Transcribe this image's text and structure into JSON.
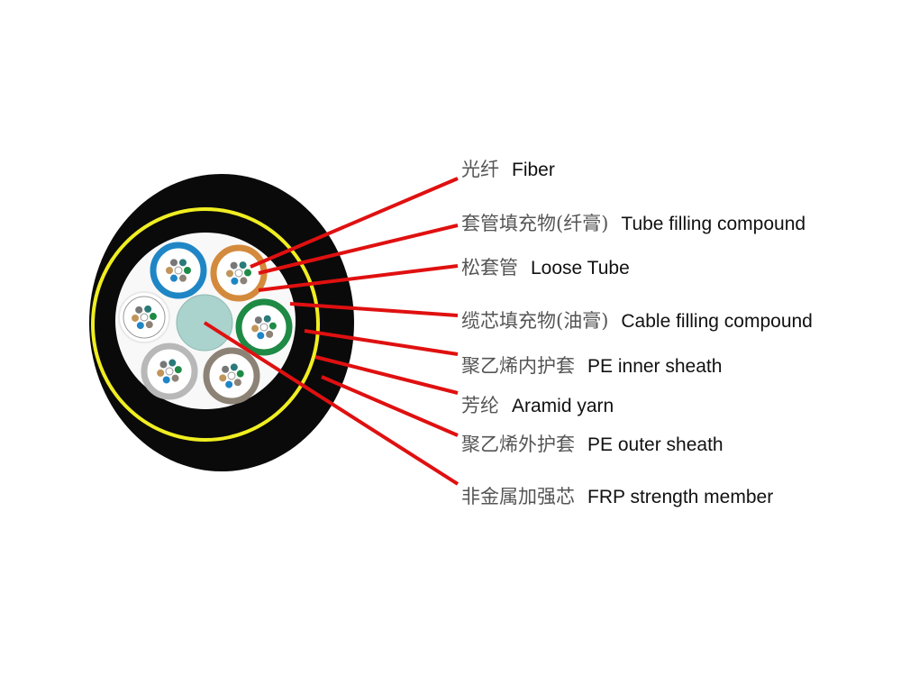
{
  "colors": {
    "leader": "#e01010",
    "jacket": "#0a0a0a",
    "aramid": "#f0ee20",
    "core_fill": "#f8f8f8",
    "frp": "#a9d3cc"
  },
  "tubes": [
    {
      "name": "blue",
      "color": "#1f86c6"
    },
    {
      "name": "orange",
      "color": "#d48a3c"
    },
    {
      "name": "white",
      "color": "#e8e8e8"
    },
    {
      "name": "green",
      "color": "#1e8a45"
    },
    {
      "name": "grey",
      "color": "#b8b8b8"
    },
    {
      "name": "brown",
      "color": "#8c8276"
    }
  ],
  "labels": [
    {
      "zh": "光纤",
      "en": "Fiber"
    },
    {
      "zh": "套管填充物(纤膏)",
      "en": "Tube filling compound"
    },
    {
      "zh": "松套管",
      "en": "Loose Tube"
    },
    {
      "zh": "缆芯填充物(油膏)",
      "en": "Cable filling compound"
    },
    {
      "zh": "聚乙烯内护套",
      "en": "PE inner sheath"
    },
    {
      "zh": "芳纶",
      "en": "Aramid yarn"
    },
    {
      "zh": "聚乙烯外护套",
      "en": "PE outer sheath"
    },
    {
      "zh": "非金属加强芯",
      "en": "FRP strength member"
    }
  ]
}
